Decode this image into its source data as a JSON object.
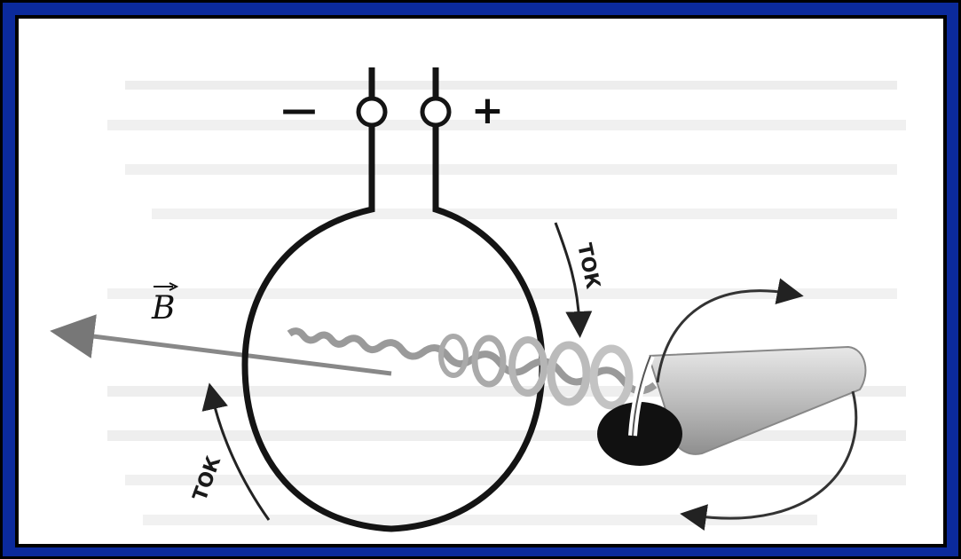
{
  "labels": {
    "minus": "—",
    "plus": "+",
    "current_right": "ТОК",
    "current_left": "ТОК",
    "field_vector": "B"
  },
  "colors": {
    "outer_frame": "#0b2a9c",
    "panel": "#ffffff",
    "ink": "#141414"
  }
}
